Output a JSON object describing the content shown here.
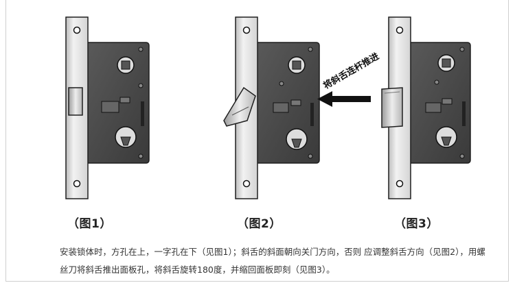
{
  "captions": {
    "fig1": "（图1）",
    "fig2": "（图2）",
    "fig3": "（图3）"
  },
  "arrow_label": "将斜舌连杆推进",
  "description": "安装锁体时，方孔在上，一字孔在下（见图1）；斜舌的斜面朝向关门方向，否则 应调整斜舌方向（见图2），用螺丝刀将斜舌推出面板孔，将斜舌旋转180度，并缩回面板即刻（见图3）。",
  "colors": {
    "lock_body": "#4a4a4a",
    "faceplate": "#e6e6e6",
    "outline": "#1e1e1e"
  }
}
